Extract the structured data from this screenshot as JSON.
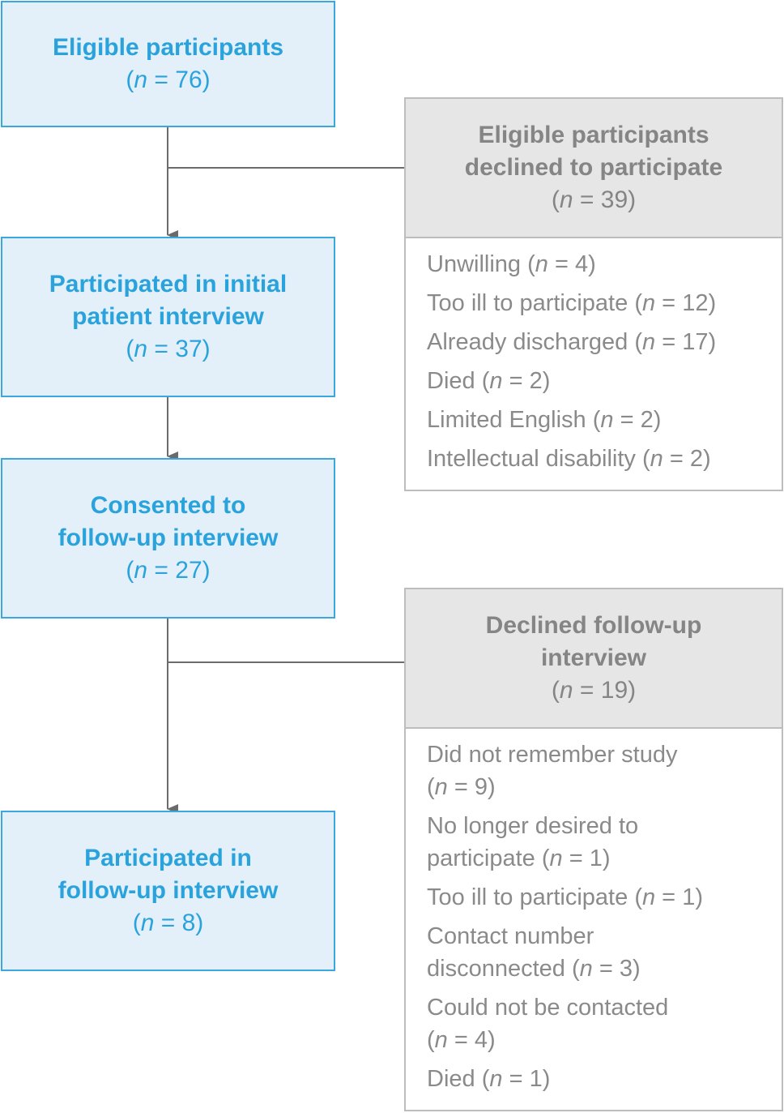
{
  "boxes": {
    "eligible": {
      "title": "Eligible participants",
      "count": "(n = 76)"
    },
    "initial": {
      "title_line1": "Participated in initial",
      "title_line2": "patient interview",
      "count": "(n = 37)"
    },
    "consented": {
      "title_line1": "Consented to",
      "title_line2": "follow-up interview",
      "count": "(n = 27)"
    },
    "followup": {
      "title_line1": "Participated in",
      "title_line2": "follow-up interview",
      "count": "(n = 8)"
    }
  },
  "declined_initial": {
    "title_line1": "Eligible participants",
    "title_line2": "declined to participate",
    "count": "(n = 39)",
    "reasons": [
      "Unwilling (n = 4)",
      "Too ill to participate (n = 12)",
      "Already discharged (n = 17)",
      "Died (n = 2)",
      "Limited English (n = 2)",
      "Intellectual disability (n = 2)"
    ]
  },
  "declined_followup": {
    "title_line1": "Declined follow-up",
    "title_line2": "interview",
    "count": "(n = 19)",
    "reasons": [
      "Did not remember study",
      "(n = 9)",
      "No longer desired to",
      "participate (n = 1)",
      "Too ill to participate (n = 1)",
      "Contact number",
      "disconnected (n = 3)",
      "Could not be contacted",
      "(n = 4)",
      "Died (n = 1)"
    ]
  },
  "colors": {
    "blue_text": "#2aa3dc",
    "blue_fill": "#e3f0fa",
    "gray_text": "#858585",
    "gray_fill": "#e6e6e6",
    "line": "#6b6b6b"
  }
}
